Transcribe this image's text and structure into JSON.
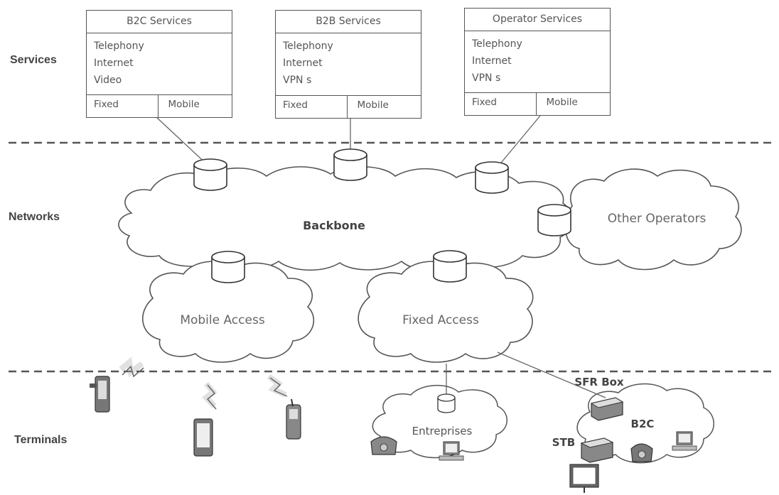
{
  "layers": {
    "services": "Services",
    "networks": "Networks",
    "terminals": "Terminals"
  },
  "services": [
    {
      "title": "B2C Services",
      "items": [
        "Telephony",
        "Internet",
        "Video"
      ],
      "fixed": "Fixed",
      "mobile": "Mobile"
    },
    {
      "title": "B2B Services",
      "items": [
        "Telephony",
        "Internet",
        "VPN s"
      ],
      "fixed": "Fixed",
      "mobile": "Mobile"
    },
    {
      "title": "Operator Services",
      "items": [
        "Telephony",
        "Internet",
        "VPN s"
      ],
      "fixed": "Fixed",
      "mobile": "Mobile"
    }
  ],
  "clouds": {
    "backbone": "Backbone",
    "other_operators": "Other Operators",
    "mobile_access": "Mobile Access",
    "fixed_access": "Fixed Access",
    "entreprises": "Entreprises",
    "b2c": "B2C"
  },
  "devices": {
    "sfr_box": "SFR Box",
    "stb": "STB"
  }
}
